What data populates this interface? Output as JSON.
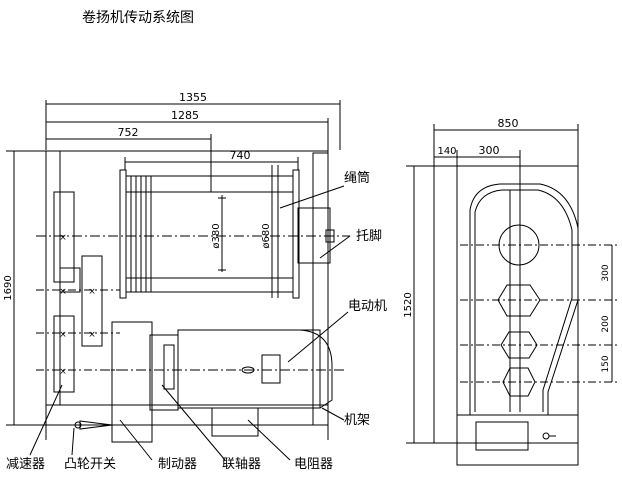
{
  "title": "卷扬机传动系统图",
  "dimensions": {
    "overall_width": "1355",
    "frame_width": "1285",
    "drum_offset": "752",
    "drum_length": "740",
    "height": "1690",
    "drum_dia": "ø380",
    "flange_dia": "ø680",
    "side_width": "850",
    "side_140": "140",
    "side_300": "300",
    "side_height": "1520",
    "center_300": "300",
    "center_200": "200",
    "center_150": "150"
  },
  "labels": {
    "drum": "绳筒",
    "support": "托脚",
    "motor": "电动机",
    "frame": "机架",
    "reducer": "减速器",
    "cam_switch": "凸轮开关",
    "brake": "制动器",
    "coupling": "联轴器",
    "resistor": "电阻器"
  }
}
